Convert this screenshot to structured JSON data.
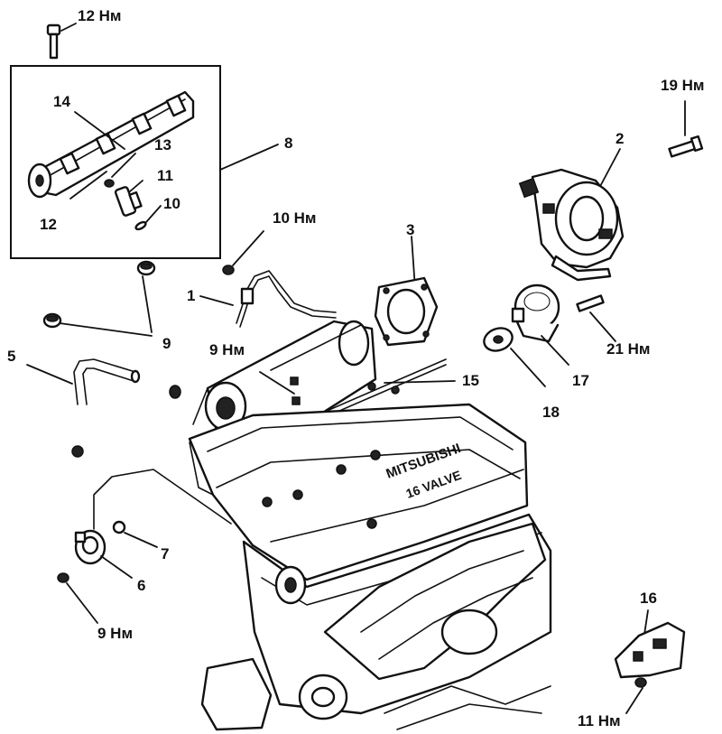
{
  "callouts": [
    {
      "id": "c1",
      "text": "12 Нм"
    },
    {
      "id": "c2",
      "text": "14"
    },
    {
      "id": "c3",
      "text": "8"
    },
    {
      "id": "c4",
      "text": "13"
    },
    {
      "id": "c5",
      "text": "11"
    },
    {
      "id": "c6",
      "text": "10"
    },
    {
      "id": "c7",
      "text": "12"
    },
    {
      "id": "c8",
      "text": "19 Нм"
    },
    {
      "id": "c9",
      "text": "2"
    },
    {
      "id": "c10",
      "text": "10 Нм"
    },
    {
      "id": "c11",
      "text": "3"
    },
    {
      "id": "c12",
      "text": "1"
    },
    {
      "id": "c13",
      "text": "9"
    },
    {
      "id": "c14",
      "text": "5"
    },
    {
      "id": "c15",
      "text": "9 Нм"
    },
    {
      "id": "c16",
      "text": "15"
    },
    {
      "id": "c17",
      "text": "21 Нм"
    },
    {
      "id": "c18",
      "text": "17"
    },
    {
      "id": "c19",
      "text": "18"
    },
    {
      "id": "c20",
      "text": "7"
    },
    {
      "id": "c21",
      "text": "6"
    },
    {
      "id": "c22",
      "text": "9 Нм"
    },
    {
      "id": "c23",
      "text": "16"
    },
    {
      "id": "c24",
      "text": "11 Нм"
    }
  ],
  "valve_cover": {
    "brand_text": "MITSUBISHI",
    "valves_text": "16 VALVE"
  }
}
